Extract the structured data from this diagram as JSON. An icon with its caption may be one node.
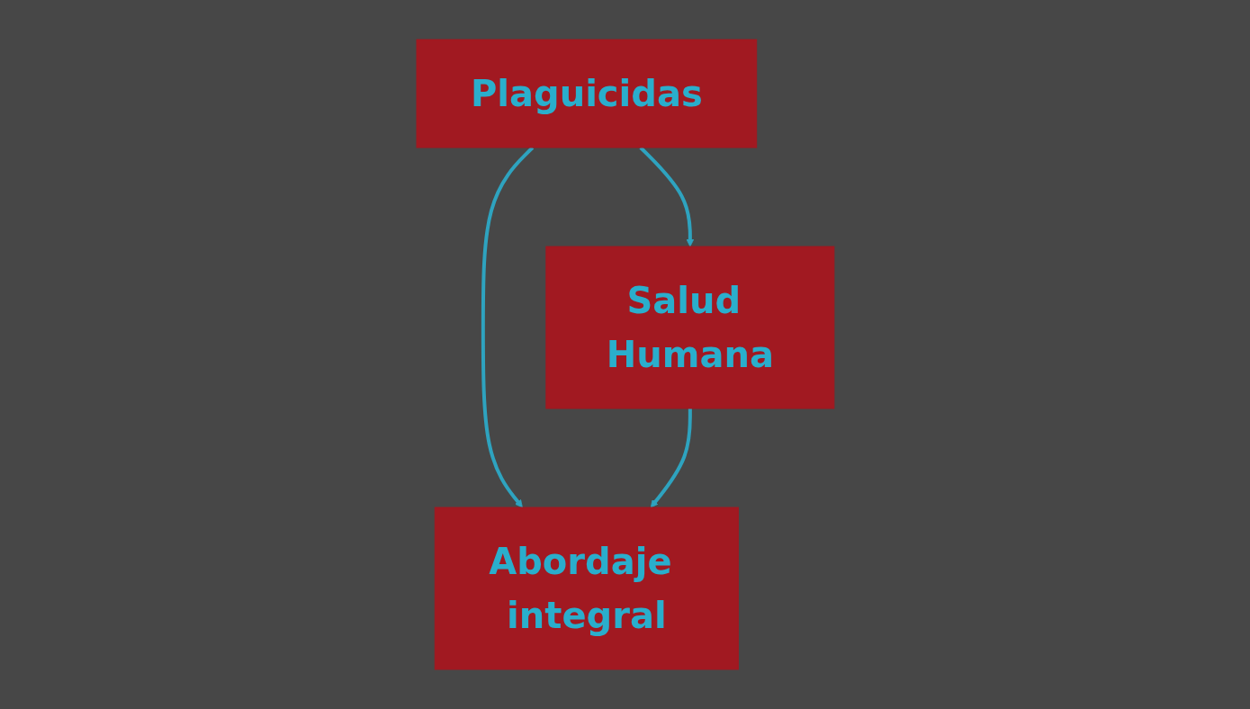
{
  "diagram": {
    "nodes": [
      {
        "text": [
          "Plaguicidas"
        ]
      },
      {
        "text": [
          "Salud Humana"
        ]
      },
      {
        "text": [
          "Abordaje integral"
        ]
      }
    ],
    "edges": [
      {
        "from": 0,
        "to": 1,
        "arrow": "to"
      },
      {
        "from": 0,
        "to": 2,
        "arrow": "to"
      },
      {
        "from": 1,
        "to": 2,
        "arrow": "to"
      }
    ]
  }
}
